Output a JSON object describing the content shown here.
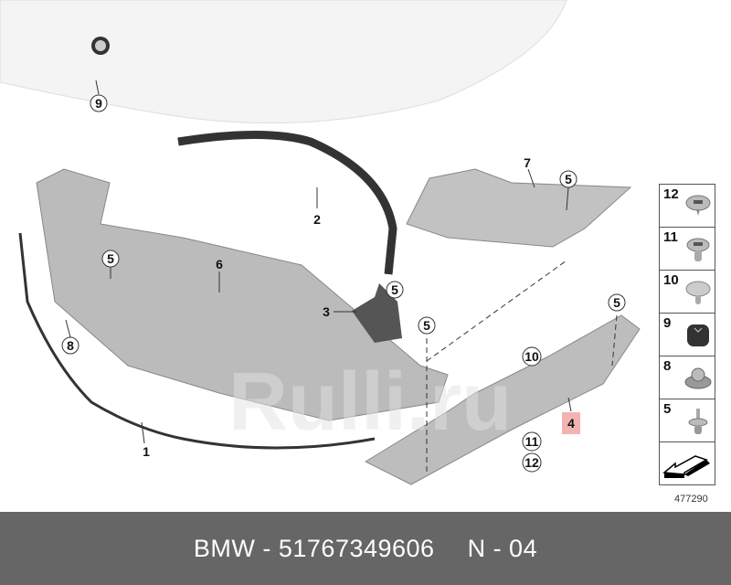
{
  "callouts": {
    "c1": "1",
    "c2": "2",
    "c3": "3",
    "c4": "4",
    "c5a": "5",
    "c5b": "5",
    "c5c": "5",
    "c5d": "5",
    "c5e": "5",
    "c6": "6",
    "c7": "7",
    "c8": "8",
    "c9": "9",
    "c10": "10",
    "c11": "11",
    "c12": "12"
  },
  "legend": {
    "items": [
      {
        "label": "12"
      },
      {
        "label": "11"
      },
      {
        "label": "10"
      },
      {
        "label": "9"
      },
      {
        "label": "8"
      },
      {
        "label": "5"
      }
    ],
    "diagram_code": "477290"
  },
  "footer": {
    "part": "BMW - 51767349606",
    "code": "N - 04"
  },
  "colors": {
    "footer_bg": "#666666",
    "highlight": "#f0a0a0"
  }
}
